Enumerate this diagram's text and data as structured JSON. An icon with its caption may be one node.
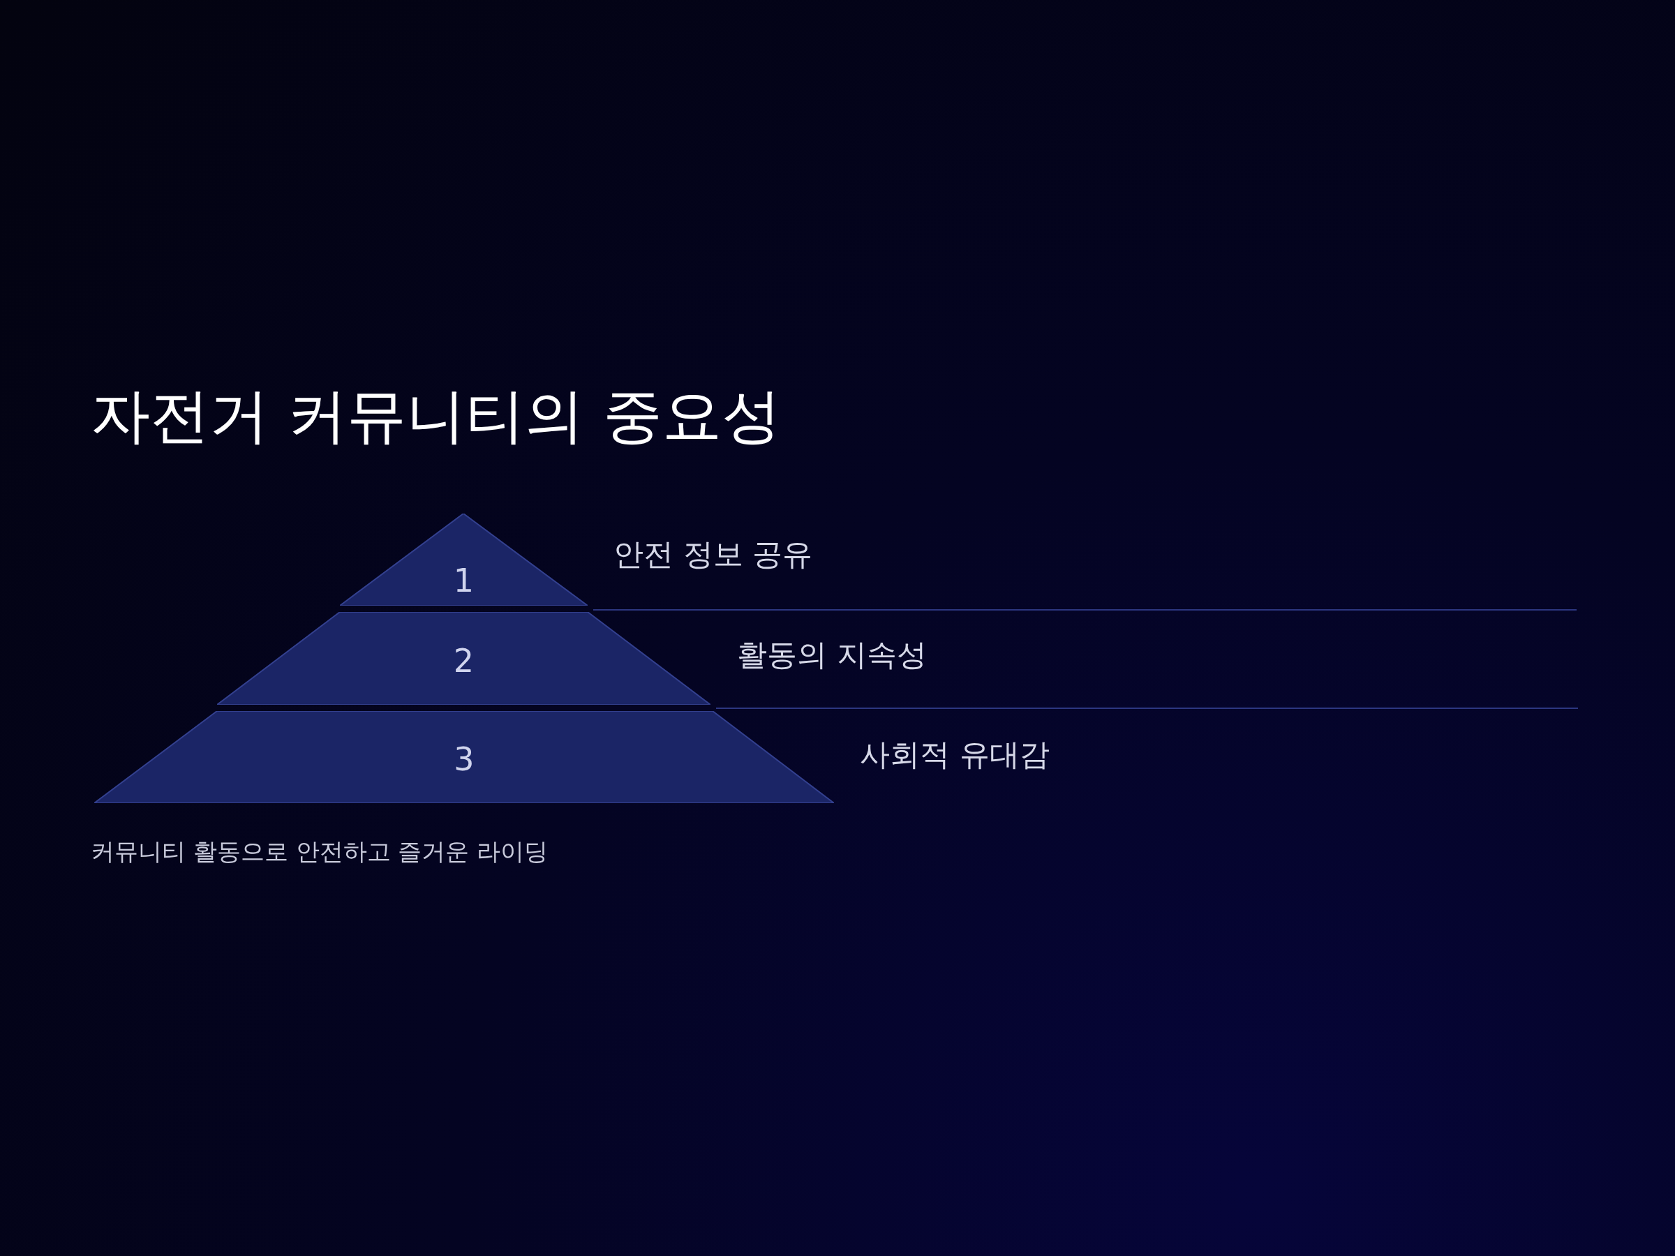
{
  "diagram": {
    "title": "자전거 커뮤니티의 중요성",
    "nodes": [
      {
        "text": [
          "1"
        ],
        "beside": [
          "안전 정보 공유"
        ]
      },
      {
        "text": [
          "2"
        ],
        "beside": [
          "활동의 지속성"
        ]
      },
      {
        "text": [
          "3"
        ],
        "beside": [
          "사회적 유대감"
        ]
      }
    ],
    "labels": [
      "커뮤니티 활동으로 안전하고 즐거운 라이딩"
    ]
  }
}
